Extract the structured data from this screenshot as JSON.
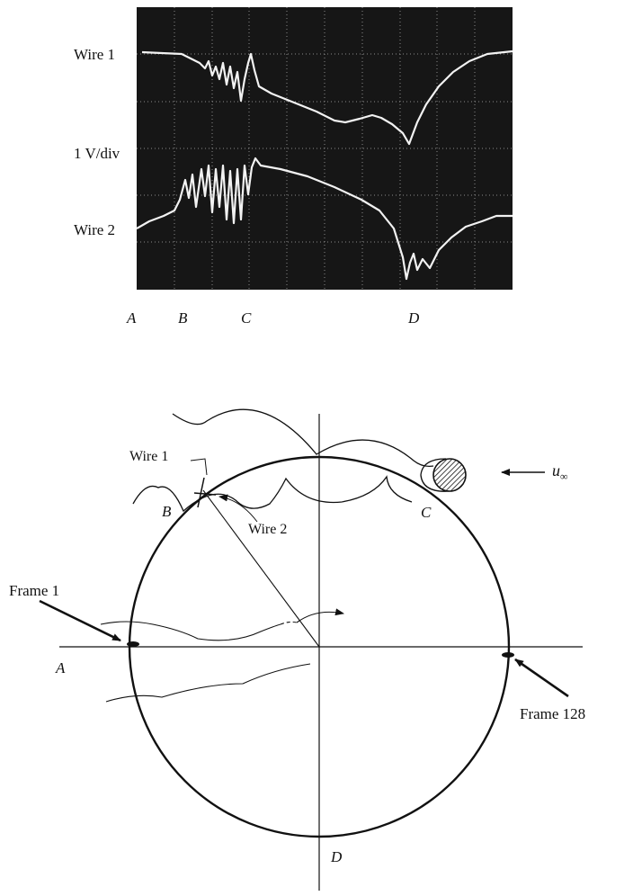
{
  "oscillogram": {
    "trace1_label": "Wire 1",
    "scale_label": "1 V/div",
    "trace2_label": "Wire 2",
    "time_markers": [
      "A",
      "B",
      "C",
      "D"
    ]
  },
  "sketch": {
    "wire1_label": "Wire 1",
    "wire2_label": "Wire 2",
    "point_a": "A",
    "point_b": "B",
    "point_c": "C",
    "point_d": "D",
    "frame_start_label": "Frame 1",
    "frame_end_label": "Frame 128",
    "freestream_label": "u",
    "freestream_subscript": "∞"
  },
  "colors": {
    "scope_background": "#161616",
    "trace": "#f2f2f2",
    "grid": "#8a8a8a",
    "ink": "#111111"
  }
}
